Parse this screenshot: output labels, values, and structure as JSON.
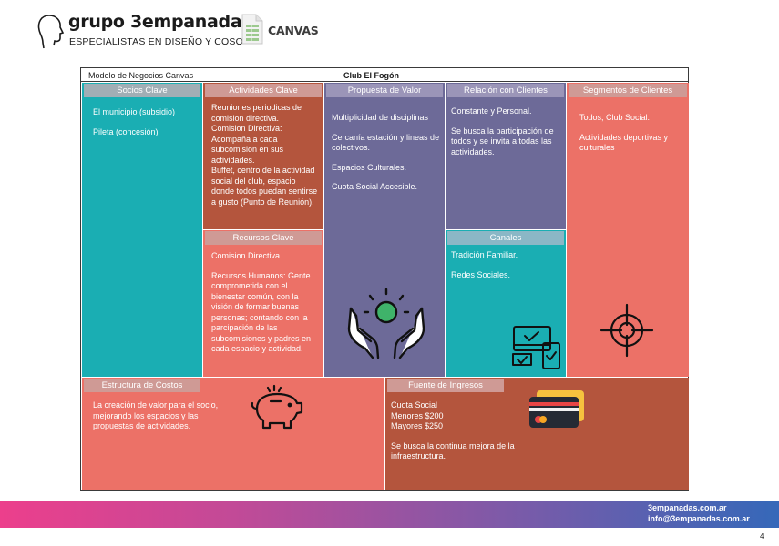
{
  "brand": {
    "name": "grupo 3empanadas",
    "tagline": "ESPECIALISTAS EN DISEÑO Y COSO"
  },
  "doc": {
    "title": "CANVAS"
  },
  "canvas": {
    "model_label": "Modelo de Negocios Canvas",
    "club_name": "Club El Fogón"
  },
  "blocks": {
    "socios": {
      "title": "Socios Clave",
      "lines": [
        "El municipio (subsidio)",
        "Pileta (concesión)"
      ]
    },
    "actividades": {
      "title": "Actividades Clave",
      "lines": [
        "Reuniones periodicas de comision directiva.",
        "Comision Directiva: Acompaña a cada subcomision en sus actividades.",
        "Buffet, centro de la actividad social del club, espacio donde todos puedan sentirse a gusto (Punto de Reunión)."
      ]
    },
    "propuesta": {
      "title": "Propuesta de Valor",
      "lines": [
        "Multiplicidad de disciplinas",
        "Cercanía estación y lineas de colectivos.",
        "Espacios Culturales.",
        "Cuota Social Accesible."
      ]
    },
    "relacion": {
      "title": "Relación con Clientes",
      "lines": [
        "Constante y Personal.",
        "Se busca la participación de todos y se invita a todas las actividades."
      ]
    },
    "segmentos": {
      "title": "Segmentos de Clientes",
      "lines": [
        "Todos, Club Social.",
        "Actividades deportivas y culturales"
      ]
    },
    "recursos": {
      "title": "Recursos Clave",
      "lines": [
        "Comision Directiva.",
        "Recursos Humanos: Gente comprometida con el bienestar común, con la visión de formar buenas personas; contando con la parcipación de las subcomisiones y padres en cada espacio y actividad."
      ]
    },
    "canales": {
      "title": "Canales",
      "lines": [
        "Tradición Familiar.",
        "Redes Sociales."
      ]
    },
    "costos": {
      "title": "Estructura de Costos",
      "lines": [
        "La creación de valor para el socio, mejorando los espacios y las propuestas de actividades."
      ]
    },
    "ingresos": {
      "title": "Fuente de Ingresos",
      "lines": [
        "Cuota Social",
        "Menores $200",
        "Mayores $250",
        "Se busca la continua mejora de la infraestructura."
      ]
    }
  },
  "icons": {
    "value": "hands-gem-icon",
    "channels": "devices-check-icon",
    "segments": "target-crosshair-icon",
    "costs": "piggy-bank-icon",
    "revenue": "credit-cards-icon"
  },
  "colors": {
    "teal": "#1aaeb3",
    "rust": "#b4553d",
    "purple": "#6d6a98",
    "coral": "#ec7167"
  },
  "footer": {
    "website": "3empanadas.com.ar",
    "email": "info@3empanadas.com.ar",
    "page": "4"
  }
}
